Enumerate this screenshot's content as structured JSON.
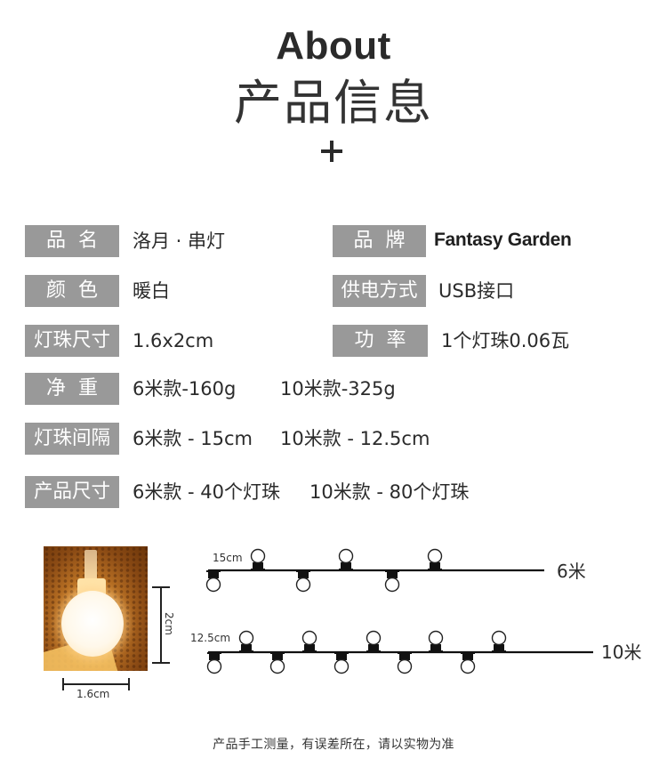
{
  "header": {
    "title_en": "About",
    "title_cn": "产品信息",
    "plus_icon": "plus-icon"
  },
  "specs": {
    "name": {
      "label": "品名",
      "value": "洛月 · 串灯"
    },
    "brand": {
      "label": "品牌",
      "value": "Fantasy Garden"
    },
    "color": {
      "label": "颜色",
      "value": "暖白"
    },
    "power_supply": {
      "label": "供电方式",
      "value": "USB接口"
    },
    "bulb_size": {
      "label": "灯珠尺寸",
      "value": "1.6x2cm"
    },
    "power": {
      "label": "功率",
      "value": "1个灯珠0.06瓦"
    },
    "net_weight": {
      "label": "净重",
      "value_6m": "6米款-160g",
      "value_10m": "10米款-325g"
    },
    "bulb_spacing": {
      "label": "灯珠间隔",
      "value_6m": "6米款 - 15cm",
      "value_10m": "10米款 - 12.5cm"
    },
    "product_size": {
      "label": "产品尺寸",
      "value_6m": "6米款 - 40个灯珠",
      "value_10m": "10米款 - 80个灯珠"
    }
  },
  "illustration": {
    "bulb_width": "1.6cm",
    "bulb_height": "2cm",
    "string_6m": {
      "length_label": "6米",
      "spacing_label": "15cm"
    },
    "string_10m": {
      "length_label": "10米",
      "spacing_label": "12.5cm"
    }
  },
  "footer": {
    "note": "产品手工测量，有误差所在，请以实物为准"
  }
}
